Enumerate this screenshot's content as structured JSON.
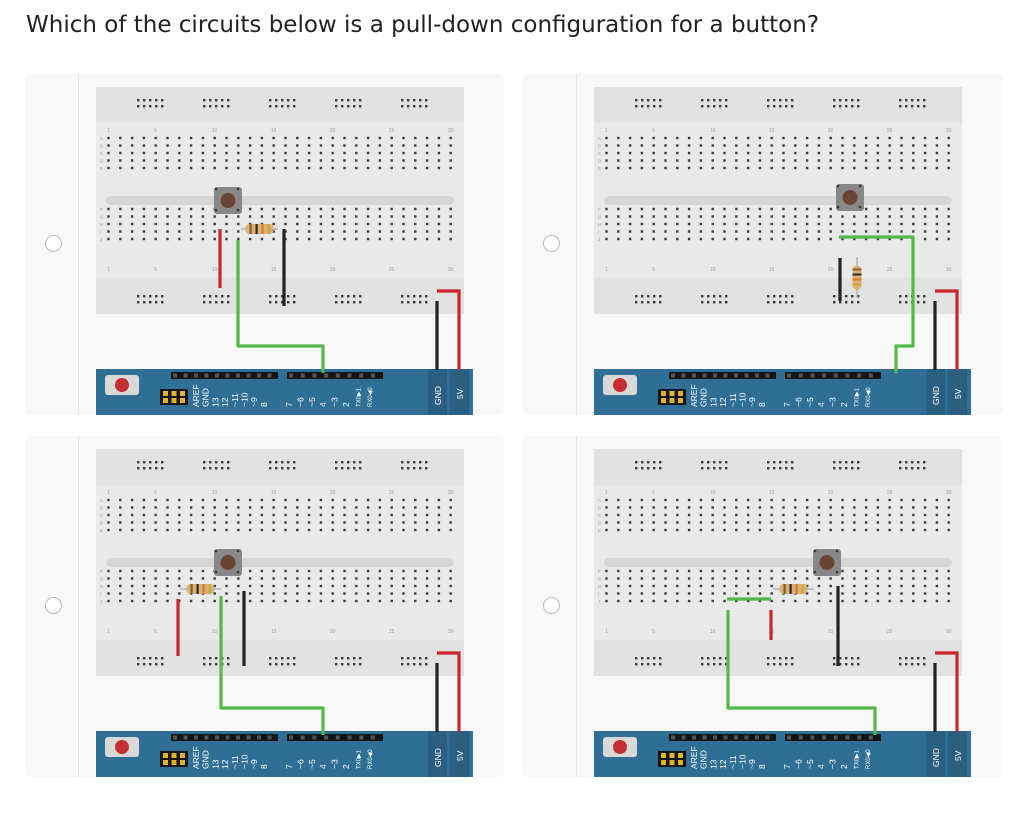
{
  "question": "Which of the circuits below is a pull-down configuration for a button?",
  "options": [
    {
      "id": "a",
      "selected": false
    },
    {
      "id": "b",
      "selected": false
    },
    {
      "id": "c",
      "selected": false
    },
    {
      "id": "d",
      "selected": false
    }
  ],
  "board": {
    "top_col_labels": [
      "1",
      "5",
      "10",
      "15",
      "20",
      "25",
      "30"
    ],
    "row_letters_top": [
      "A",
      "B",
      "C",
      "D",
      "E"
    ],
    "row_letters_bottom": [
      "F",
      "G",
      "H",
      "I",
      "J"
    ],
    "header_left_labels": [
      "AREF",
      "GND",
      "13",
      "12",
      "~11",
      "~10",
      "~9",
      "8"
    ],
    "header_right_labels": [
      "7",
      "~6",
      "~5",
      "4",
      "~3",
      "2",
      "TX0▶1",
      "RX0◀0"
    ],
    "gnd_label": "GND",
    "v5_label": "5V"
  },
  "colors": {
    "wire_red": "#c8262b",
    "wire_black": "#222222",
    "wire_green": "#52b947",
    "arduino": "#2f6e95",
    "board": "#e9e9e9",
    "board_edge": "#d6d6d6"
  }
}
